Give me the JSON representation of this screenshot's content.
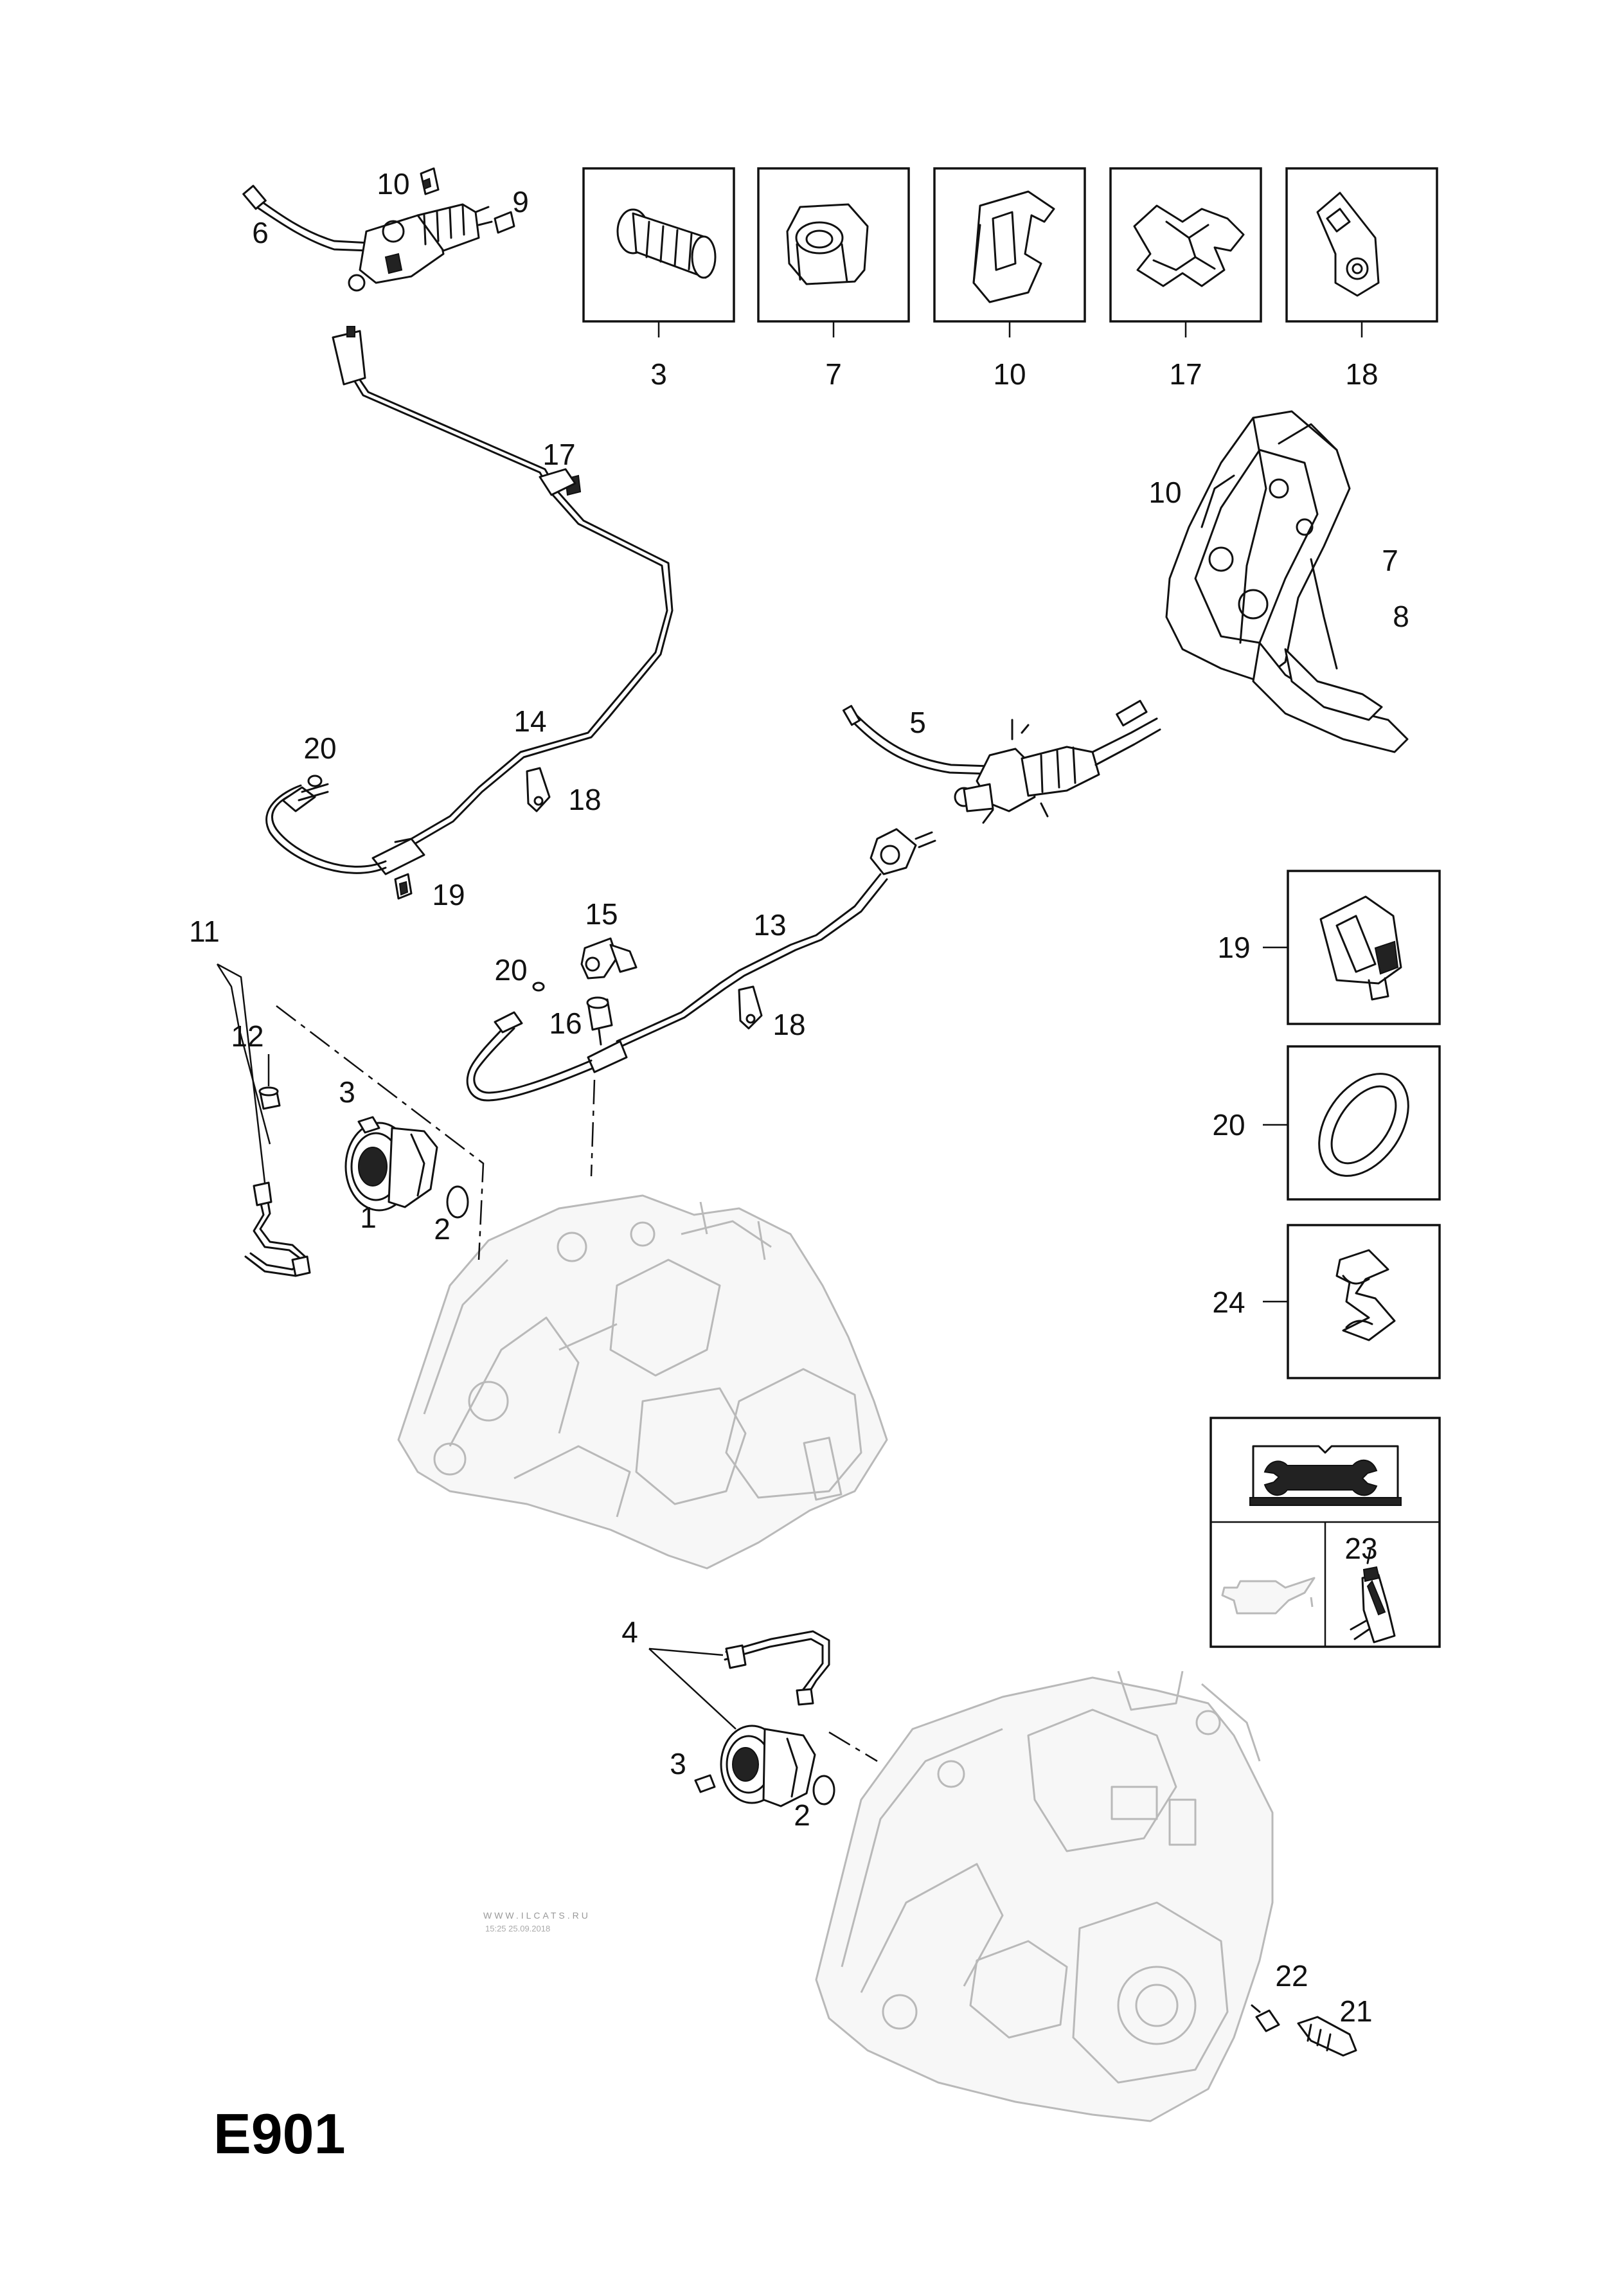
{
  "diagram_code": "E901",
  "watermark": {
    "site": "WWW.ILCATS.RU",
    "timestamp": "15:25 25.09.2018"
  },
  "detail_boxes": [
    {
      "ref": "3",
      "icon": "bolt-icon"
    },
    {
      "ref": "7",
      "icon": "nut-icon"
    },
    {
      "ref": "10",
      "icon": "spring-clip-icon"
    },
    {
      "ref": "17",
      "icon": "pipe-clip-icon"
    },
    {
      "ref": "18",
      "icon": "bracket-icon"
    },
    {
      "ref": "19",
      "icon": "retainer-clip-icon"
    },
    {
      "ref": "20",
      "icon": "seal-ring-icon"
    },
    {
      "ref": "24",
      "icon": "double-clip-icon"
    },
    {
      "ref": "23",
      "icon": "fluid-bottle-icon"
    }
  ],
  "service_box": {
    "icons": [
      "workshop-manual-icon",
      "oil-can-icon"
    ]
  },
  "callouts": {
    "c10a": "10",
    "c9": "9",
    "c6": "6",
    "c17": "17",
    "c10b": "10",
    "c7": "7",
    "c8": "8",
    "c20a": "20",
    "c14": "14",
    "c18a": "18",
    "c19": "19",
    "c5": "5",
    "c11": "11",
    "c12": "12",
    "c15": "15",
    "c13": "13",
    "c20b": "20",
    "c16": "16",
    "c18b": "18",
    "c3a": "3",
    "c1": "1",
    "c2a": "2",
    "c4": "4",
    "c3b": "3",
    "c2b": "2",
    "c22": "22",
    "c21": "21"
  }
}
